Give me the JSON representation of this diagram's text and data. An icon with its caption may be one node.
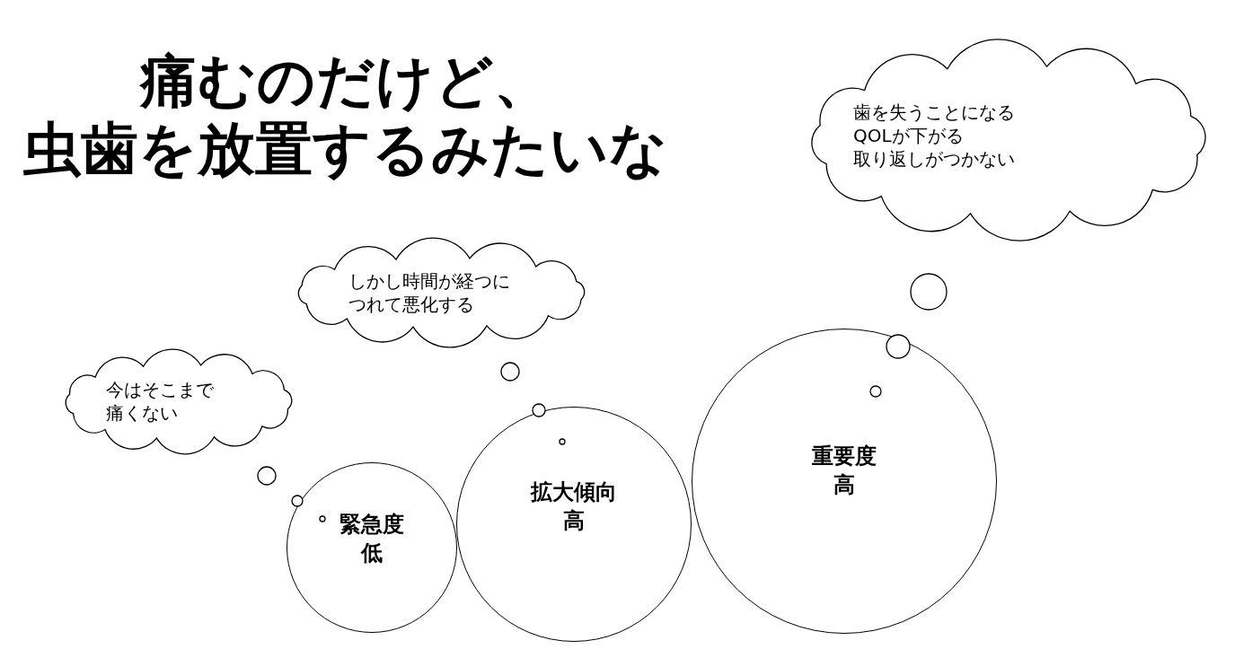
{
  "diagram": {
    "title": "痛むのだけど、虫歯を放置するみたいな",
    "nodes": [
      {
        "text": [
          "歯を失うことになる",
          "QOLが下がる",
          "取り返しがつかない"
        ]
      },
      {
        "text": [
          "しかし時間が経つにつれて悪化する"
        ]
      },
      {
        "text": [
          "今はそこまで痛くない"
        ]
      },
      {
        "text": [
          "緊急度",
          "低"
        ]
      },
      {
        "text": [
          "拡大傾向",
          "高"
        ]
      },
      {
        "text": [
          "重要度",
          "高"
        ]
      }
    ]
  }
}
